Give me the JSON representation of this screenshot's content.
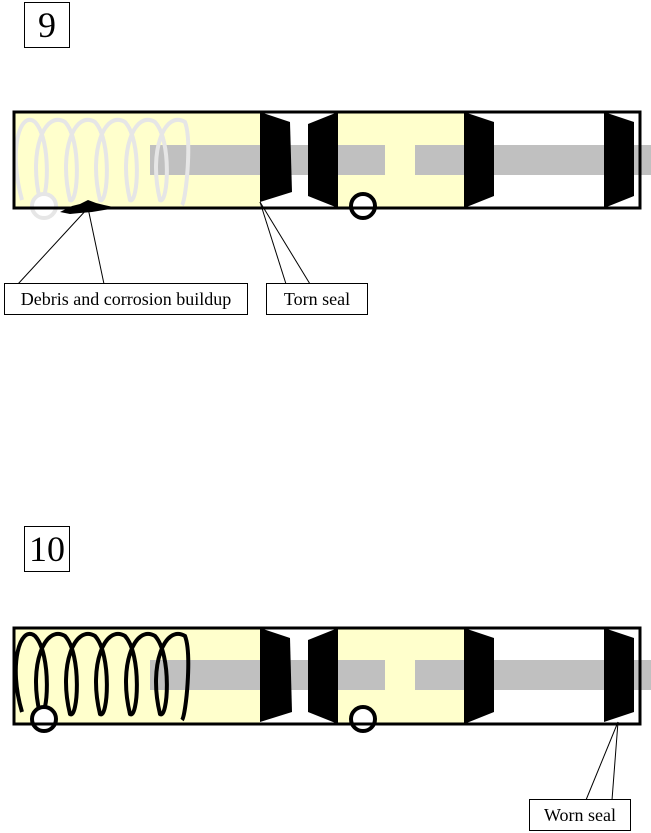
{
  "figures": [
    {
      "number": "9",
      "labels": {
        "debris": "Debris and corrosion buildup",
        "torn_seal": "Torn seal"
      }
    },
    {
      "number": "10",
      "labels": {
        "worn_seal": "Worn seal"
      }
    }
  ],
  "colors": {
    "fluid": "#ffffcc",
    "rod": "#c0c0c0",
    "seal": "#000000",
    "spring_faded": "#e6e6e6",
    "spring": "#000000",
    "outline": "#000000"
  }
}
